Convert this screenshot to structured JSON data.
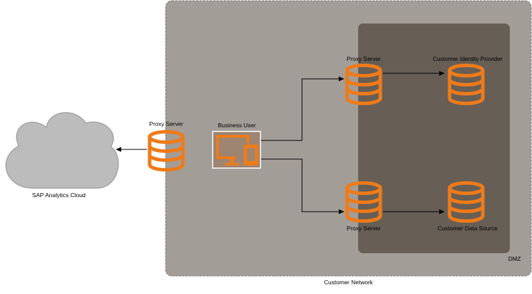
{
  "zones": {
    "customer_network": "Customer Network",
    "dmz": "DMZ"
  },
  "nodes": {
    "cloud": {
      "label": "SAP Analytics Cloud",
      "icon": "cloud-icon"
    },
    "proxy_left": {
      "label": "Proxy Server",
      "icon": "database-icon"
    },
    "business_user": {
      "label": "Business User",
      "icon": "desktop-mobile-icon"
    },
    "proxy_top": {
      "label": "Proxy Server",
      "icon": "database-icon"
    },
    "identity_provider": {
      "label": "Customer Identity Provider",
      "icon": "database-icon"
    },
    "proxy_bottom": {
      "label": "Proxy Server",
      "icon": "database-icon"
    },
    "data_source": {
      "label": "Customer Data Source",
      "icon": "database-icon"
    }
  },
  "colors": {
    "network_bg": "#a39d97",
    "dmz_bg": "#675e56",
    "accent_orange": "#ee7b1a",
    "cloud_fill": "#bcbcbc",
    "cloud_stroke": "#9a9a9a"
  }
}
